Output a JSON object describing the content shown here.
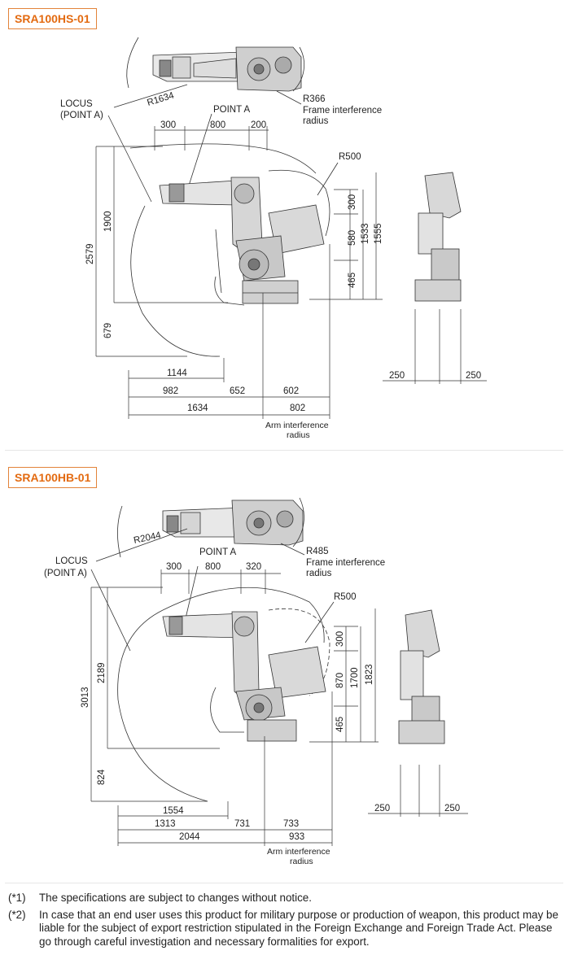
{
  "section1": {
    "model": "SRA100HS-01",
    "labels": {
      "locus": "LOCUS",
      "locus_sub": "(POINT A)",
      "point_a": "POINT A",
      "radius_main": "R1634",
      "frame_r": "R366",
      "frame_text1": "Frame interference",
      "frame_text2": "radius",
      "r500": "R500",
      "arm_text1": "Arm interference",
      "arm_text2": "radius"
    },
    "dims": {
      "top_300": "300",
      "top_800": "800",
      "top_200": "200",
      "v_2579": "2579",
      "v_1900": "1900",
      "v_679": "679",
      "v_300": "300",
      "v_580": "580",
      "v_465": "465",
      "v_1533": "1533",
      "v_1555": "1555",
      "h_1144": "1144",
      "h_982": "982",
      "h_652": "652",
      "h_602": "602",
      "h_1634": "1634",
      "h_802": "802",
      "side_250a": "250",
      "side_250b": "250"
    }
  },
  "section2": {
    "model": "SRA100HB-01",
    "labels": {
      "locus": "LOCUS",
      "locus_sub": "(POINT A)",
      "point_a": "POINT A",
      "radius_main": "R2044",
      "frame_r": "R485",
      "frame_text1": "Frame interference",
      "frame_text2": "radius",
      "r500": "R500",
      "arm_text1": "Arm interference",
      "arm_text2": "radius"
    },
    "dims": {
      "top_300": "300",
      "top_800": "800",
      "top_320": "320",
      "v_3013": "3013",
      "v_2189": "2189",
      "v_824": "824",
      "v_300": "300",
      "v_870": "870",
      "v_1700": "1700",
      "v_1823": "1823",
      "v_465": "465",
      "h_1554": "1554",
      "h_1313": "1313",
      "h_731": "731",
      "h_733": "733",
      "h_2044": "2044",
      "h_933": "933",
      "side_250a": "250",
      "side_250b": "250"
    }
  },
  "notes": [
    {
      "mark": "(*1)",
      "text": "The specifications are subject to changes without notice."
    },
    {
      "mark": "(*2)",
      "text": "In case that an end user uses this product for military purpose or production of weapon, this product may be liable for the subject of export restriction stipulated in the Foreign Exchange and Foreign Trade Act. Please go through careful investigation and necessary formalities for export."
    }
  ]
}
